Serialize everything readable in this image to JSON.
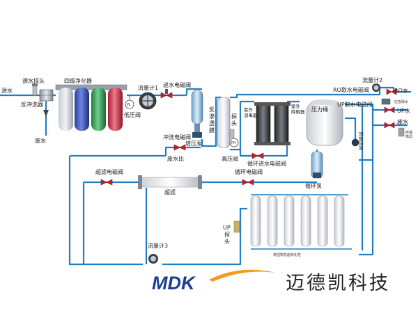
{
  "labels": {
    "raw_water": "源水",
    "source_probe": "源水探头",
    "backwash_filter": "反冲洗器",
    "waste_water_left": "废水",
    "four_stage_purifier": "四级净化器",
    "pl_left": "PL",
    "low_pressure_valve": "低压阀",
    "flow_meter_1": "流量计1",
    "inlet_solenoid": "进水电磁阀",
    "booster_pump": "增压泵",
    "ro_membrane": "反\n渗\n透\n膜",
    "probe": "探\n头",
    "ph": "PH",
    "high_pressure_valve": "高压阀",
    "uv_sterilizer": "紫外\n消毒器",
    "uv_degrader": "紫外\n降解器",
    "pressure_tank": "压力桶",
    "circulation_inlet_solenoid": "循环进水电磁阀",
    "backwash_solenoid": "冲洗电磁阀",
    "waste_ratio": "废水比",
    "flow_meter_2": "流量计2",
    "ro_outlet_solenoid": "RO取水电磁阀",
    "ro_water": "RO水",
    "emergency_outlet": "应急取水",
    "up_outlet_solenoid": "UP取水电磁阀",
    "up_water": "UP水",
    "waste_water_right": "废水",
    "terminal_filter": "终端\n微滤",
    "check_valve": "防倒流阀",
    "ultrafiltration_solenoid": "超滤电磁阀",
    "ultrafiltration": "超滤",
    "circulation_solenoid": "循环电磁阀",
    "circulation_pump": "循环泵",
    "up_probe": "UP\n探\n头",
    "flow_meter_3": "流量计3",
    "polishing_columns": "高强陶抗超纯化柱"
  },
  "brand": {
    "logo": "MDK",
    "name": "迈德凯科技"
  },
  "colors": {
    "pipe": "#1f7fc4",
    "valve": "#c8202a",
    "brand_blue": "#1d3f93",
    "brand_orange": "#f29b1d"
  },
  "filter_colors": [
    "#9fa6ae",
    "#3c57b8",
    "#3aa05a",
    "#d2354f"
  ]
}
